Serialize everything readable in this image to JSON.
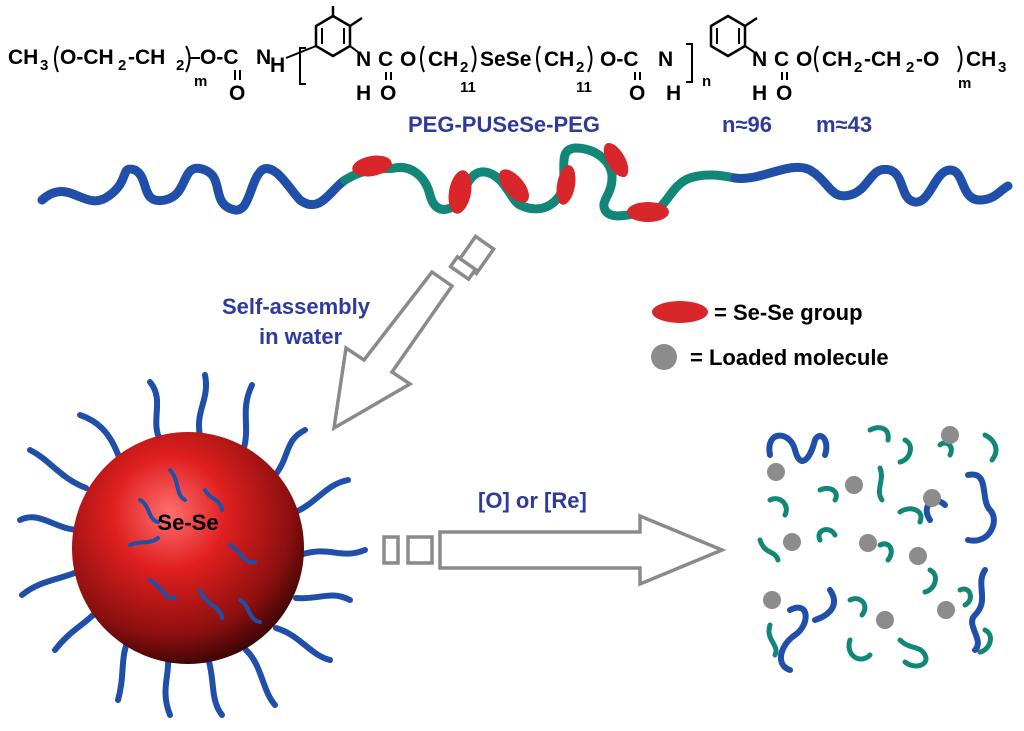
{
  "formula": {
    "ch3_left": "CH",
    "ch3_left_sub": "3",
    "peg_repeat_left": "O-CH",
    "peg_repeat_left_sub2": "2",
    "peg_repeat_left_ch2": "-CH",
    "peg_repeat_left_sub2b": "2",
    "m_left": "m",
    "o_c": "O-C",
    "carbonyl_o": "O",
    "nh": "N",
    "h": "H",
    "n_left": "N",
    "h_left": "H",
    "c_dot": "C",
    "o_dot": "O",
    "ch2_11_a": "CH",
    "ch2_11_a_sub": "2",
    "eleven_a": "11",
    "sese": "SeSe",
    "ch2_11_b": "CH",
    "ch2_11_b_sub": "2",
    "eleven_b": "11",
    "n_repeat": "n",
    "peg_repeat_right": "CH",
    "peg_right_sub": "2",
    "peg_right_ch2": "-CH",
    "peg_right_sub2": "2",
    "peg_right_o": "-O",
    "ch3_right": "CH",
    "ch3_right_sub": "3",
    "m_right": "m"
  },
  "polymer_name": "PEG-PUSeSe-PEG",
  "n_value": "n≈96",
  "m_value": "m≈43",
  "arrow1_label_line1": "Self-assembly",
  "arrow1_label_line2": "in water",
  "legend": {
    "sese_label": "= Se-Se group",
    "molecule_label": "= Loaded molecule"
  },
  "micelle_core_label": "Se-Se",
  "arrow2_label": "[O] or [Re]",
  "colors": {
    "peg_blue": "#1f4fa8",
    "pu_teal": "#128778",
    "sese_red": "#d8262b",
    "label_blue": "#2e3a9c",
    "arrow_gray": "#8a8a8a",
    "molecule_gray": "#8c8c8c"
  }
}
